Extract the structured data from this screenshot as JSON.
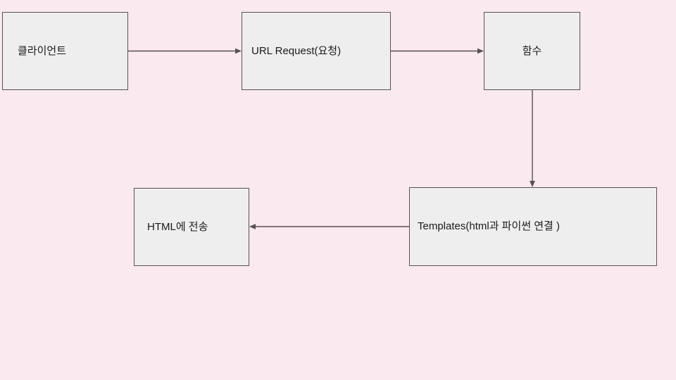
{
  "diagram": {
    "title": "Django request flow diagram",
    "background_color": "#fae9ee",
    "node_fill_color": "#eeeeee",
    "node_border_color": "#565156",
    "edge_color": "#565156",
    "nodes": [
      {
        "id": "client",
        "label": "클라이언트"
      },
      {
        "id": "url_request",
        "label": "URL Request(요청)"
      },
      {
        "id": "function",
        "label": "함수"
      },
      {
        "id": "html_send",
        "label": "HTML에 전송"
      },
      {
        "id": "templates",
        "label": "Templates(html과 파이썬 연결 )"
      }
    ],
    "edges": [
      {
        "id": "client-to-url",
        "from": "client",
        "to": "url_request",
        "direction": "right"
      },
      {
        "id": "url-to-function",
        "from": "url_request",
        "to": "function",
        "direction": "right"
      },
      {
        "id": "function-to-templates",
        "from": "function",
        "to": "templates",
        "direction": "down"
      },
      {
        "id": "templates-to-html",
        "from": "templates",
        "to": "html_send",
        "direction": "left"
      }
    ]
  }
}
